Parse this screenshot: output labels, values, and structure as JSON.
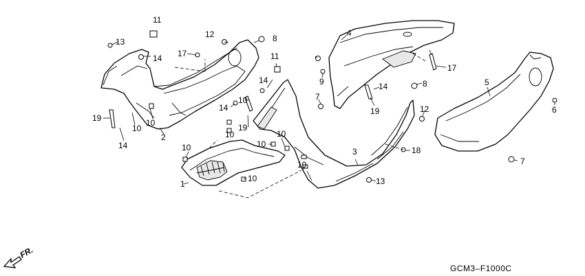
{
  "diagram": {
    "code": "GCM3–F1000C",
    "direction_label": "FR.",
    "callouts": [
      "1",
      "2",
      "3",
      "4",
      "5",
      "6",
      "7",
      "7",
      "8",
      "8",
      "9",
      "10",
      "10",
      "10",
      "10",
      "10",
      "10",
      "10",
      "10",
      "10",
      "11",
      "11",
      "12",
      "12",
      "13",
      "13",
      "14",
      "14",
      "14",
      "14",
      "14",
      "17",
      "17",
      "18",
      "19",
      "19",
      "19"
    ]
  }
}
